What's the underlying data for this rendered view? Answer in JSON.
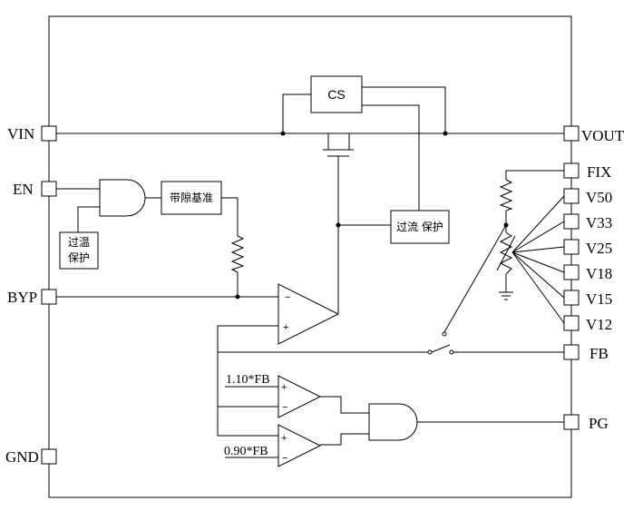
{
  "pins_left": [
    {
      "id": "vin",
      "label": "VIN"
    },
    {
      "id": "en",
      "label": "EN"
    },
    {
      "id": "byp",
      "label": "BYP"
    },
    {
      "id": "gnd",
      "label": "GND"
    }
  ],
  "pins_right": [
    {
      "id": "vout",
      "label": "VOUT"
    },
    {
      "id": "fix",
      "label": "FIX"
    },
    {
      "id": "v50",
      "label": "V50"
    },
    {
      "id": "v33",
      "label": "V33"
    },
    {
      "id": "v25",
      "label": "V25"
    },
    {
      "id": "v18",
      "label": "V18"
    },
    {
      "id": "v15",
      "label": "V15"
    },
    {
      "id": "v12",
      "label": "V12"
    },
    {
      "id": "fb",
      "label": "FB"
    },
    {
      "id": "pg",
      "label": "PG"
    }
  ],
  "blocks": {
    "cs": "CS",
    "bandgap": "带隙基准",
    "over_temp_line1": "过温",
    "over_temp_line2": "保护",
    "over_current": "过流 保护"
  },
  "references": {
    "upper": "1.10*FB",
    "lower": "0.90*FB"
  },
  "signs": {
    "minus": "−",
    "plus": "+"
  }
}
